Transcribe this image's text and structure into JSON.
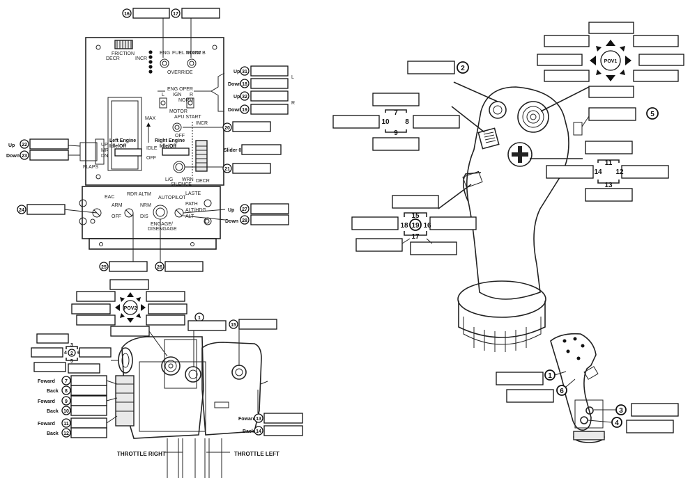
{
  "throttle_panel": {
    "friction": "FRICTION",
    "decr": "DECR",
    "incr": "INCR",
    "eng": "ENG",
    "fuel_norm": "FUEL NORM",
    "flow_b": "FLOW B",
    "override": "OVERRIDE",
    "eng_oper": "ENG OPER",
    "l": "L",
    "ign": "IGN",
    "r": "R",
    "norm": "NORM",
    "motor": "MOTOR",
    "apu_start": "APU START",
    "off": "OFF",
    "max": "MAX",
    "idle": "IDLE",
    "flaps": "FLAPS",
    "flap_up": "UP",
    "flap_mr": "MR",
    "flap_dn": "DN",
    "left_engine": "Left Engine",
    "left_idle_off": "Idle/Off",
    "right_engine": "Right Engine",
    "right_idle_off": "Idle/Off",
    "slider_label": "Slider 0",
    "incr_right": "INCR",
    "decr_right": "DECR",
    "lg": "L/G",
    "wrn": "WRN",
    "silence": "SILENCE",
    "eac": "EAC",
    "arm": "ARM",
    "rdr_altm": "RDR ALTM",
    "nrm": "NRM",
    "dis": "DIS",
    "autopilot": "AUTOPILOT",
    "engage": "ENGAGE/",
    "disengage": "DISENGAGE",
    "laste": "LASTE",
    "path": "PATH",
    "altitude": "ALT/HDG",
    "alt": "ALT",
    "up": "Up",
    "down": "Down",
    "badges": {
      "b16": "16",
      "b17": "17",
      "b31": "31",
      "b18": "18",
      "b32": "32",
      "b19": "19",
      "b20": "20",
      "b22": "22",
      "b23": "23",
      "b21": "21",
      "b24": "24",
      "b27": "27",
      "b28": "28",
      "b25": "25",
      "b26": "26"
    }
  },
  "joystick": {
    "pov1": "POV1",
    "hat_top": [
      "7",
      "10",
      "8",
      "9"
    ],
    "hat_mid": [
      "11",
      "14",
      "12",
      "13"
    ],
    "hat_low": [
      "15",
      "18",
      "19",
      "16",
      "17"
    ],
    "badges": {
      "b2": "2",
      "b5": "5",
      "b1": "1",
      "b6": "6",
      "b3": "3",
      "b4": "4"
    }
  },
  "throttle": {
    "pov2": "POV2",
    "mini": [
      "3",
      "4",
      "2",
      "6",
      "5"
    ],
    "badges": {
      "b1": "1",
      "b15": "15",
      "b7": "7",
      "b8": "8",
      "b9": "9",
      "b10": "10",
      "b11": "11",
      "b12": "12",
      "b13": "13",
      "b14": "14"
    },
    "foward": "Foward",
    "back": "Back",
    "throttle_right": "THROTTLE RIGHT",
    "throttle_left": "THROTTLE LEFT"
  }
}
